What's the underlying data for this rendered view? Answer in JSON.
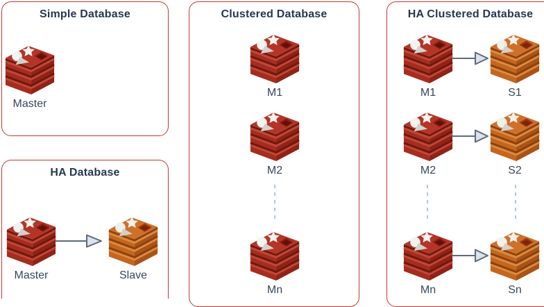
{
  "colors": {
    "panel_border": "#c8372d",
    "title_text": "#263750",
    "label_text": "#37465c",
    "arrow_stroke": "#5d6a77",
    "arrow_fill": "#dbe2eb",
    "dash": "#a5c9e5",
    "redis_red": "#b43527",
    "redis_orange": "#cf7029"
  },
  "panels": {
    "simple_database": {
      "title": "Simple Database",
      "node_label": "Master"
    },
    "ha_database": {
      "title": "HA Database",
      "master_label": "Master",
      "slave_label": "Slave"
    },
    "clustered_database": {
      "title": "Clustered Database",
      "node_labels": [
        "M1",
        "M2",
        "Mn"
      ]
    },
    "ha_clustered_database": {
      "title": "HA Clustered Database",
      "rows": [
        {
          "master": "M1",
          "slave": "S1"
        },
        {
          "master": "M2",
          "slave": "S2"
        },
        {
          "master": "Mn",
          "slave": "Sn"
        }
      ]
    }
  },
  "icons": {
    "database": "redis-db-icon"
  }
}
